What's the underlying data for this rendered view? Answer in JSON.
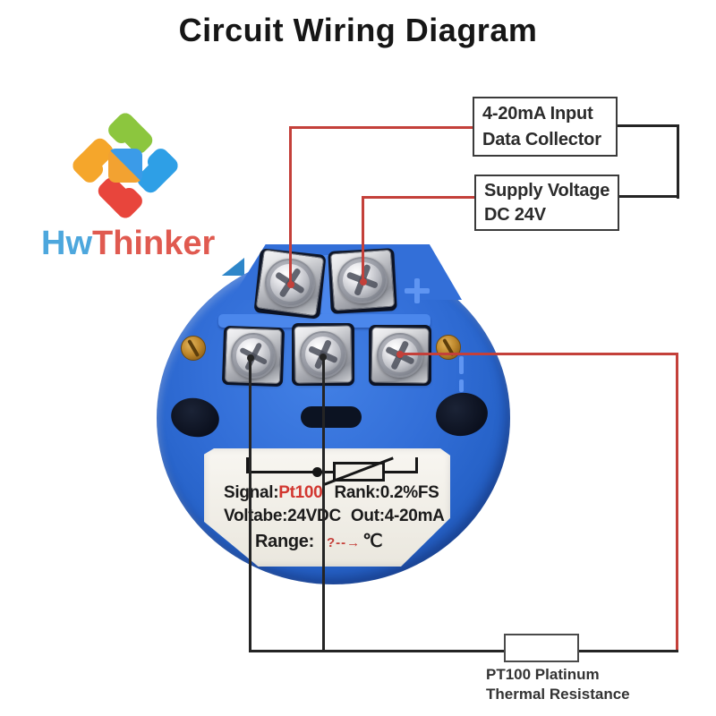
{
  "title": "Circuit Wiring Diagram",
  "logo": {
    "hw": "Hw",
    "thinker": "Thinker"
  },
  "connections": {
    "box1": {
      "line1": "4-20mA Input",
      "line2": "Data Collector"
    },
    "box2": {
      "line1": "Supply Voltage",
      "line2": "DC 24V"
    },
    "sensor": {
      "line1": "PT100 Platinum",
      "line2": "Thermal Resistance"
    }
  },
  "module_label": {
    "signal_key": "Signal:",
    "signal_val": "Pt100",
    "rank": "Rank:0.2%FS",
    "voltage": "Voltabe:24VDC",
    "out": "Out:4-20mA",
    "range_key": "Range:",
    "range_scribble": "?--→",
    "range_unit": "℃"
  },
  "colors": {
    "module_blue": "#2f6dd6",
    "ridge_blue": "#4b87ec",
    "wire_red": "#c4403a",
    "wire_black": "#242424",
    "label_red_text": "#d23730",
    "logo_green": "#8cc63e",
    "logo_blue": "#2e9fe6",
    "logo_red": "#e8453c",
    "logo_orange": "#f5a62b",
    "logo_text_blue": "#4da7dd",
    "logo_text_red": "#e05a50"
  }
}
